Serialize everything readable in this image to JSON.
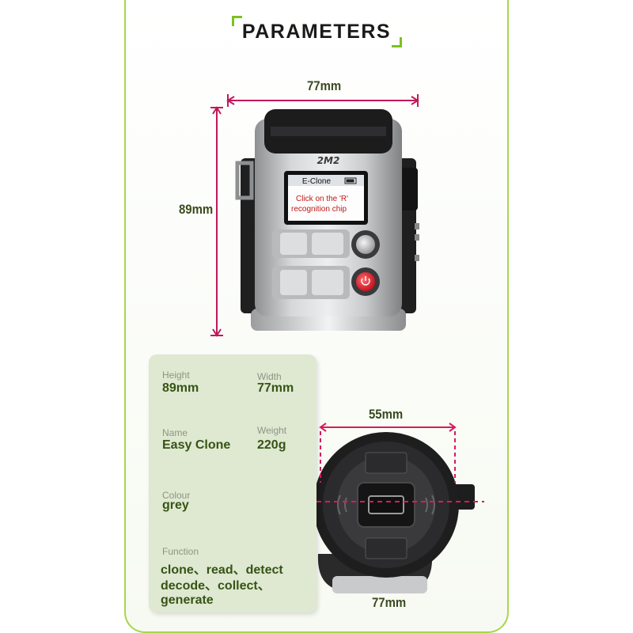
{
  "title": "PARAMETERS",
  "dimensions": {
    "width": "77mm",
    "height": "89mm",
    "inner_width": "55mm",
    "bottom_width": "77mm"
  },
  "device": {
    "logo": "2M2",
    "screen_title": "E-Clone",
    "screen_line1": "Click on the 'R'",
    "screen_line2": "recognition chip"
  },
  "specs": {
    "height_label": "Height",
    "height_value": "89mm",
    "width_label": "Width",
    "width_value": "77mm",
    "name_label": "Name",
    "name_value": "Easy Clone",
    "weight_label": "Weight",
    "weight_value": "220g",
    "colour_label": "Colour",
    "colour_value": "grey",
    "function_label": "Function",
    "function_line1": "clone、read、detect",
    "function_line2": "decode、collect、generate"
  },
  "colors": {
    "accent": "#a9d64a",
    "dimension_line": "#c2185b",
    "text_green": "#355415",
    "panel": "#dfe8d1",
    "power_button": "#e0303a"
  }
}
